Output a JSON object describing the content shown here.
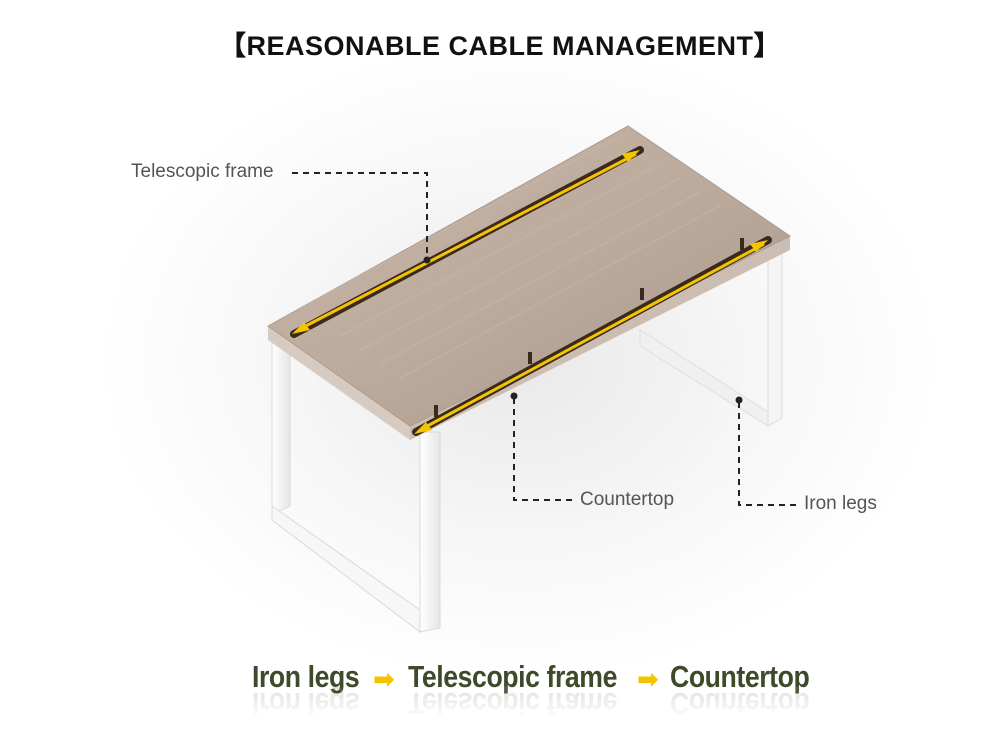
{
  "title": "【REASONABLE CABLE MANAGEMENT】",
  "callouts": {
    "telescopic_frame": "Telescopic frame",
    "countertop": "Countertop",
    "iron_legs": "Iron legs"
  },
  "flow": {
    "steps": [
      "Iron legs",
      "Telescopic frame",
      "Countertop"
    ],
    "arrow": "➡"
  },
  "colors": {
    "tabletop": "#b9a89a",
    "frame_bar": "#3a2a1c",
    "highlight_arrow": "#f5c400",
    "legs": "#ffffff",
    "flow_text": "#3f4a2a",
    "callout_text": "#555555"
  }
}
